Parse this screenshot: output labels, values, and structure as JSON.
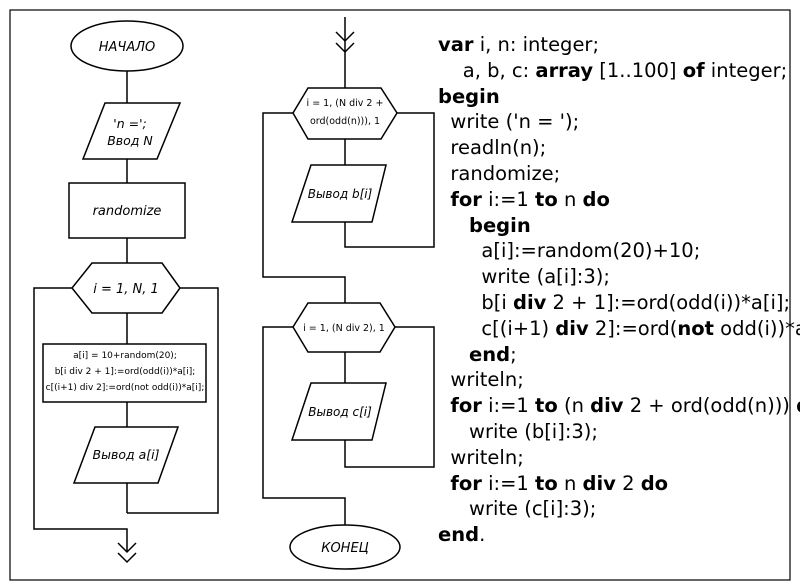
{
  "flowchart": {
    "start": "НАЧАЛО",
    "input": [
      "'n =';",
      "Ввод N"
    ],
    "randomize": "randomize",
    "loop1": "i = 1, N, 1",
    "assign": [
      "a[i] = 10+random(20);",
      "b[i div 2 + 1]:=ord(odd(i))*a[i];",
      "c[(i+1) div 2]:=ord(not odd(i))*a[i];"
    ],
    "out_a": "Вывод a[i]",
    "loop2": [
      "i = 1, (N div 2 +",
      "ord(odd(n))), 1"
    ],
    "out_b": "Вывод b[i]",
    "loop3": "i = 1, (N div 2), 1",
    "out_c": "Вывод c[i]",
    "end": "КОНЕЦ"
  },
  "code": [
    [
      "var",
      " i, n: integer;"
    ],
    [
      "",
      "    a, b, c: ",
      "array",
      " [1..100] ",
      "of",
      " integer;"
    ],
    [
      "begin"
    ],
    [
      "",
      "  write ('n = ');"
    ],
    [
      "",
      "  readln(n);"
    ],
    [
      "",
      "  randomize;"
    ],
    [
      "",
      "  ",
      "for",
      " i:=1 ",
      "to",
      " n ",
      "do"
    ],
    [
      "",
      "     ",
      "begin"
    ],
    [
      "",
      "       a[i]:=random(20)+10;"
    ],
    [
      "",
      "       write (a[i]:3);"
    ],
    [
      "",
      "       b[i ",
      "div",
      " 2 + 1]:=ord(odd(i))*a[i];"
    ],
    [
      "",
      "       c[(i+1) ",
      "div",
      " 2]:=ord(",
      "not",
      " odd(i))*a[i];"
    ],
    [
      "",
      "     ",
      "end",
      ";"
    ],
    [
      "",
      "  writeln;"
    ],
    [
      "",
      "  ",
      "for",
      " i:=1 ",
      "to",
      " (n ",
      "div",
      " 2 + ord(odd(n))) ",
      "do"
    ],
    [
      "",
      "     write (b[i]:3);"
    ],
    [
      "",
      "  writeln;"
    ],
    [
      "",
      "  ",
      "for",
      " i:=1 ",
      "to",
      " n ",
      "div",
      " 2 ",
      "do"
    ],
    [
      "",
      "     write (c[i]:3);"
    ],
    [
      "end",
      "."
    ]
  ]
}
